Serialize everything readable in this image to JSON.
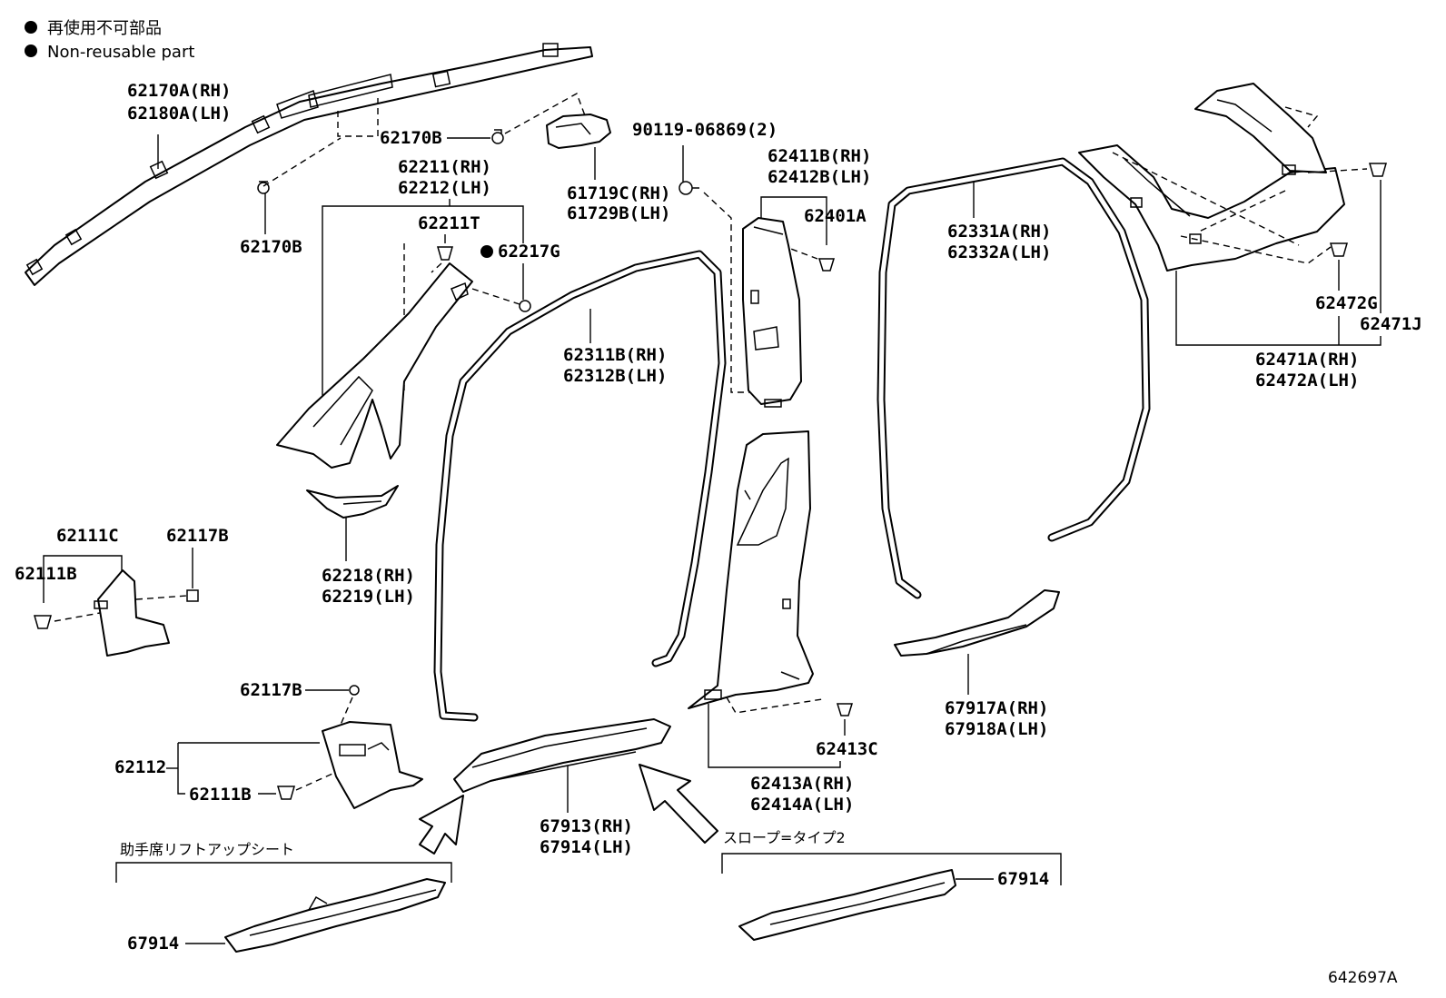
{
  "legend": {
    "japanese": "再使用不可部品",
    "english": "Non-reusable part"
  },
  "labels": {
    "l62170A": "62170A(RH)",
    "l62180A": "62180A(LH)",
    "l62170B_top": "62170B",
    "l62170B": "62170B",
    "l90119": "90119-06869(2)",
    "l61719C": "61719C(RH)",
    "l61729B": "61729B(LH)",
    "l62211": "62211(RH)",
    "l62212": "62212(LH)",
    "l62211T": "62211T",
    "l62217G": "62217G",
    "l62411B": "62411B(RH)",
    "l62412B": "62412B(LH)",
    "l62401A": "62401A",
    "l62331A": "62331A(RH)",
    "l62332A": "62332A(LH)",
    "l62472G": "62472G",
    "l62471J": "62471J",
    "l62471A": "62471A(RH)",
    "l62472A": "62472A(LH)",
    "l62311B": "62311B(RH)",
    "l62312B": "62312B(LH)",
    "l62218": "62218(RH)",
    "l62219": "62219(LH)",
    "l62111C": "62111C",
    "l62117B_a": "62117B",
    "l62111B_a": "62111B",
    "l62117B_b": "62117B",
    "l62112": "62112",
    "l62111B_b": "62111B",
    "l67917A": "67917A(RH)",
    "l67918A": "67918A(LH)",
    "l62413C": "62413C",
    "l62413A": "62413A(RH)",
    "l62414A": "62414A(LH)",
    "l67913": "67913(RH)",
    "l67914": "67914(LH)",
    "l67914_left": "67914",
    "l67914_right": "67914"
  },
  "notes": {
    "passenger_lift_up_seat": "助手席リフトアップシート",
    "slope_type2": "スロープ=タイプ2"
  },
  "figure_code": "642697A",
  "colors": {
    "line": "#000000",
    "background": "#ffffff"
  }
}
